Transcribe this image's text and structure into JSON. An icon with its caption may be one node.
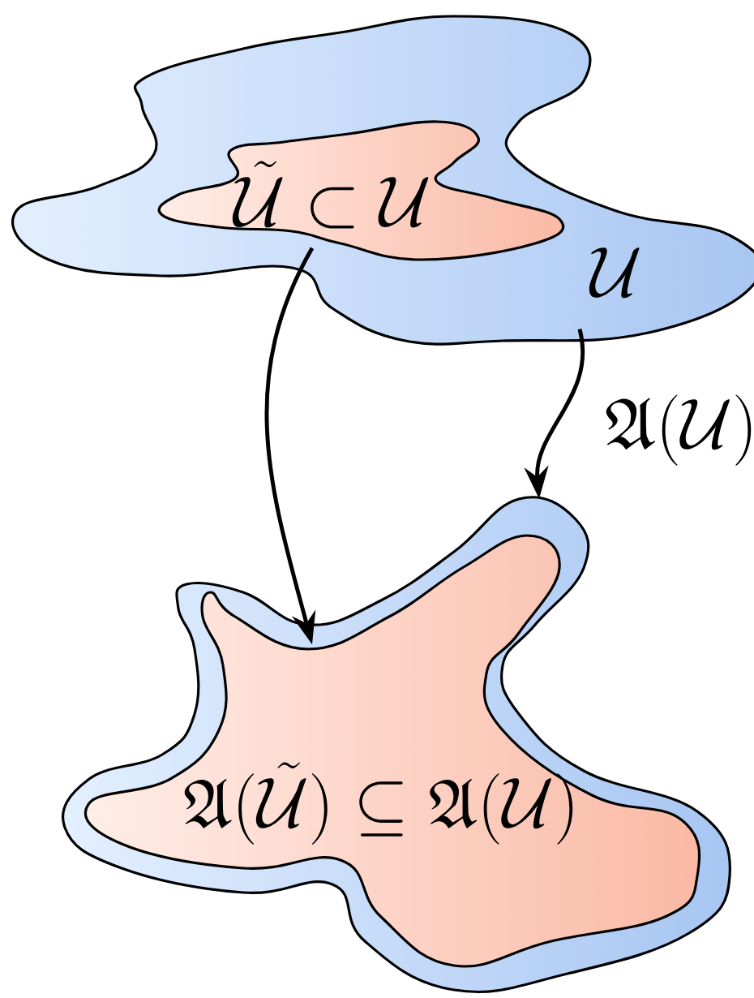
{
  "diagram": {
    "nodes": [
      {
        "text": [
          "\\mathcal{U}"
        ]
      },
      {
        "text": [
          "\\tilde{\\mathcal{U}} \\subset \\mathcal{U}"
        ],
        "in": 0
      },
      {
        "text": [
          "\\mathfrak{A}(\\mathcal{U})"
        ]
      },
      {
        "text": [
          "\\mathfrak{A}(\\tilde{\\mathcal{U}}) \\subseteq \\mathfrak{A}(\\mathcal{U})"
        ],
        "in": 2
      }
    ],
    "edges": [
      {
        "from": 1,
        "to": 3,
        "arrow": "to"
      },
      {
        "from": 0,
        "to": 2,
        "arrow": "to"
      }
    ]
  }
}
